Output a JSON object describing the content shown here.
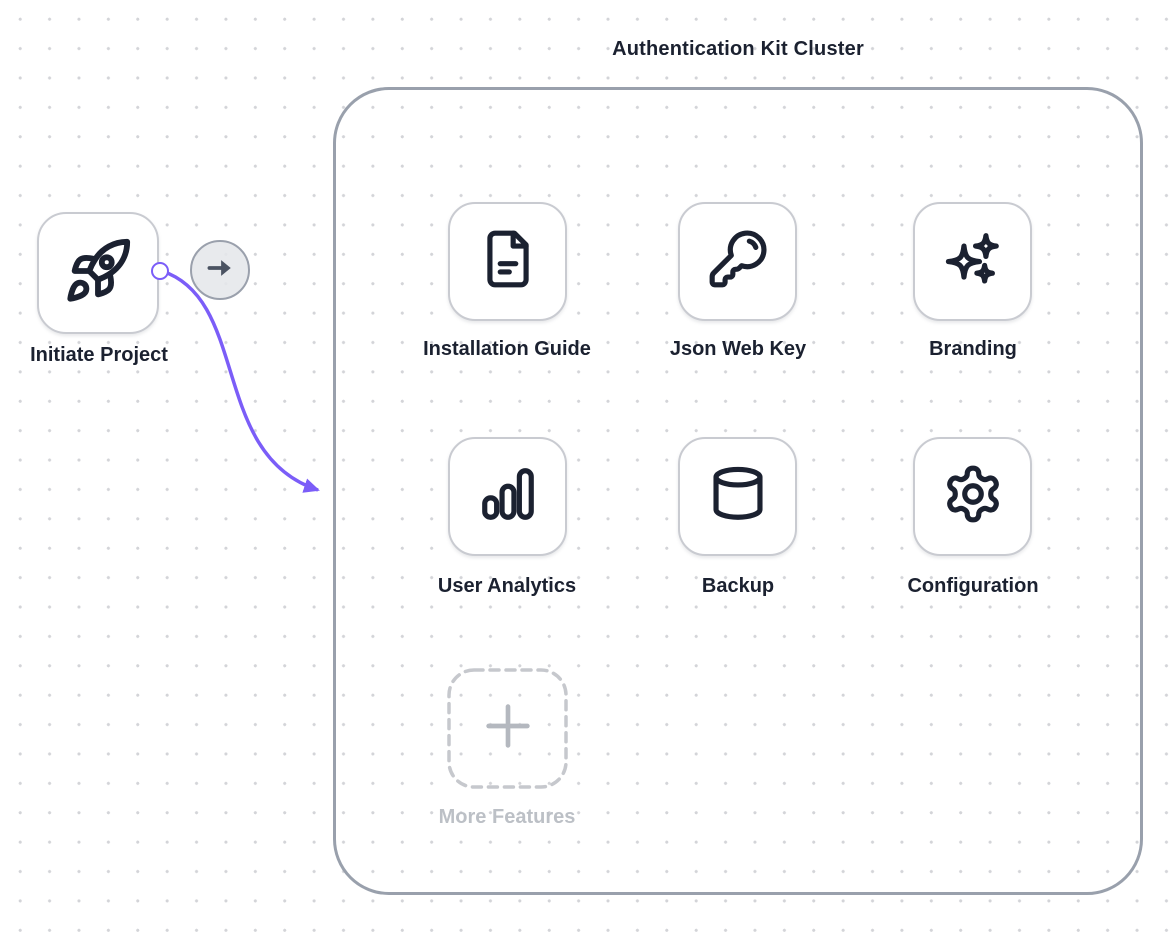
{
  "colors": {
    "edge": "#7b5df8",
    "node_border": "#c9cbd1",
    "cluster_border": "#99a0ac",
    "icon_and_text": "#1b2130",
    "muted_gray": "#bcc0c6",
    "grid_dot": "#d3d4d8",
    "button_bg": "#e5e7eb",
    "button_arrow": "#4b5362"
  },
  "source_node": {
    "label": "Initiate Project",
    "icon": "rocket-icon"
  },
  "connector_button": {
    "icon": "arrow-right-icon"
  },
  "cluster": {
    "title": "Authentication Kit Cluster",
    "nodes": [
      {
        "label": "Installation Guide",
        "icon": "document-icon"
      },
      {
        "label": "Json Web Key",
        "icon": "key-icon"
      },
      {
        "label": "Branding",
        "icon": "sparkles-icon"
      },
      {
        "label": "User Analytics",
        "icon": "bar-chart-icon"
      },
      {
        "label": "Backup",
        "icon": "database-icon"
      },
      {
        "label": "Configuration",
        "icon": "gear-icon"
      }
    ],
    "placeholder": {
      "label": "More Features",
      "icon": "plus-icon"
    }
  }
}
